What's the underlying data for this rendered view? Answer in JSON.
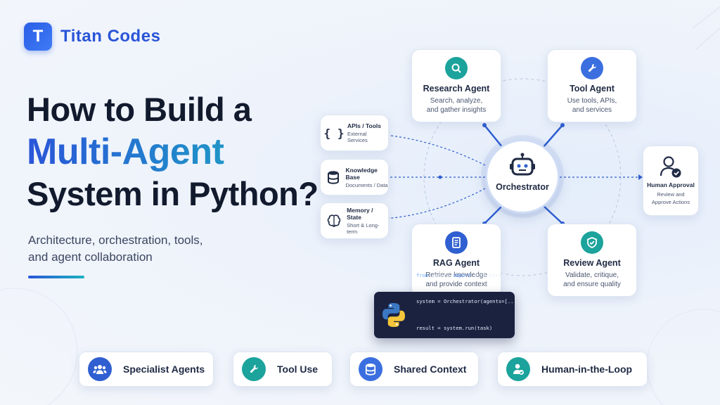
{
  "brand": {
    "name": "Titan Codes",
    "logo_letter": "T"
  },
  "headline": {
    "line1": "How to Build a",
    "line2": "Multi-Agent",
    "line3": "System in Python?"
  },
  "subtitle": {
    "line1": "Architecture, orchestration, tools,",
    "line2": "and agent collaboration"
  },
  "center": {
    "label": "Orchestrator",
    "icon": "robot-icon"
  },
  "agents": [
    {
      "title": "Research Agent",
      "line1": "Search, analyze,",
      "line2": "and gather insights",
      "icon": "search-icon",
      "color": "#1ba39c"
    },
    {
      "title": "Tool Agent",
      "line1": "Use tools, APIs,",
      "line2": "and services",
      "icon": "wrench-icon",
      "color": "#3b6fe0"
    },
    {
      "title": "RAG Agent",
      "line1": "Retrieve knowledge",
      "line2": "and provide context",
      "icon": "document-icon",
      "color": "#2f5fd0"
    },
    {
      "title": "Review Agent",
      "line1": "Validate, critique,",
      "line2": "and ensure quality",
      "icon": "shield-check-icon",
      "color": "#1ba39c"
    }
  ],
  "resources": [
    {
      "title": "APIs / Tools",
      "desc": "External Services",
      "icon": "braces-icon"
    },
    {
      "title": "Knowledge Base",
      "desc": "Documents / Data",
      "icon": "database-icon"
    },
    {
      "title": "Memory / State",
      "desc": "Short & Long-term",
      "icon": "brain-icon"
    }
  ],
  "human": {
    "title": "Human Approval",
    "line1": "Review and",
    "line2": "Approve Actions",
    "icon": "user-check-icon"
  },
  "code": {
    "line1_kw": "from",
    "line1_mod": " agents ",
    "line1_kw2": "import",
    "line1_name": " Orchestrator",
    "line2": "system = Orchestrator(agents=[...",
    "line3": "result = system.run(task)",
    "prompt": ">>>",
    "icon": "python-icon"
  },
  "features": [
    {
      "label": "Specialist Agents",
      "icon": "users-icon",
      "color": "#2f5fd0"
    },
    {
      "label": "Tool Use",
      "icon": "wrench-icon",
      "color": "#1ba39c"
    },
    {
      "label": "Shared Context",
      "icon": "database-icon",
      "color": "#3b6fe0"
    },
    {
      "label": "Human-in-the-Loop",
      "icon": "user-check-icon",
      "color": "#1ba39c"
    }
  ],
  "colors": {
    "accent_blue": "#2f5fd0",
    "accent_gradient_end": "#1bb3c0",
    "text_dark": "#121a2e"
  }
}
